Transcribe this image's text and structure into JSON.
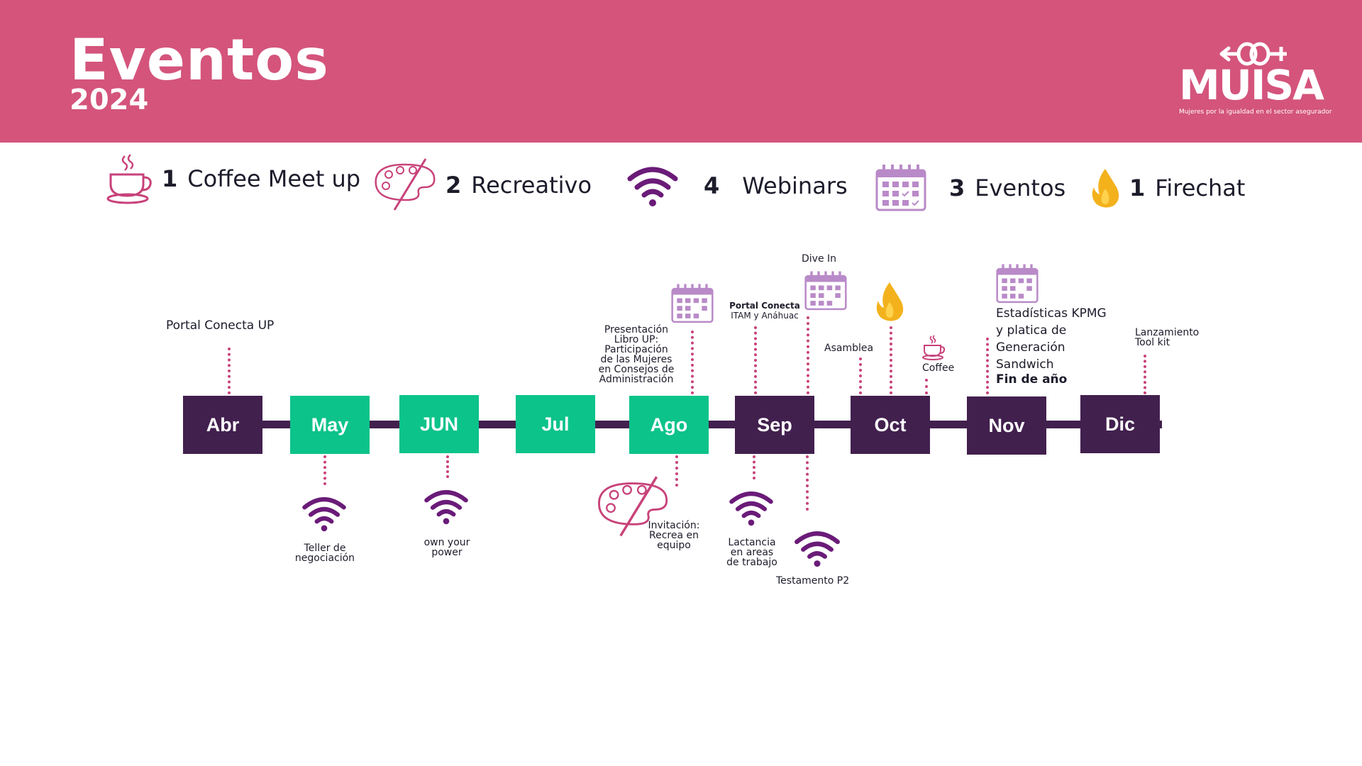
{
  "header": {
    "title": "Eventos",
    "year": "2024"
  },
  "logo": {
    "name": "MUISA",
    "tagline": "Mujeres por la igualdad en el sector asegurador"
  },
  "colors": {
    "header_bg": "#d4547c",
    "dark_month": "#42204e",
    "green_month": "#0cc38a",
    "dotted_line": "#c8427a",
    "icon_purple": "#6a1b78",
    "calendar": "#b98ac8",
    "flame": "#f3b21c"
  },
  "legend": [
    {
      "count": "1",
      "label": "Coffee Meet up",
      "icon": "coffee-cup-icon"
    },
    {
      "count": "2",
      "label": "Recreativo",
      "icon": "paint-palette-icon"
    },
    {
      "count": "4",
      "label": "Webinars",
      "icon": "wifi-icon"
    },
    {
      "count": "3",
      "label": "Eventos",
      "icon": "calendar-icon"
    },
    {
      "count": "1",
      "label": "Firechat",
      "icon": "flame-icon"
    }
  ],
  "months": [
    "Abr",
    "May",
    "JUN",
    "Jul",
    "Ago",
    "Sep",
    "Oct",
    "Nov",
    "Dic"
  ],
  "events": {
    "abr": "Portal Conecta UP",
    "may": [
      "Teller de",
      "negociación"
    ],
    "jun": [
      "own your",
      "power"
    ],
    "ago_top": [
      "Presentación",
      "Libro UP:",
      "Participación",
      "de las Mujeres",
      "en Consejos de",
      "Administración"
    ],
    "ago_bottom": [
      "Invitación:",
      "Recrea en",
      "equipo"
    ],
    "sep_top_title": "Portal Conecta",
    "sep_top_sub": "ITAM y  Anáhuac",
    "sep_dive": "Dive In",
    "sep_bottom": [
      "Lactancia",
      "en areas",
      "de trabajo"
    ],
    "sep_testamento": "Testamento P2",
    "oct_asamblea": "Asamblea",
    "oct_coffee": "Coffee",
    "nov_lines": [
      "Estadísticas KPMG",
      "y platica de",
      "Generación",
      "Sandwich"
    ],
    "nov_bold": "Fin de año",
    "dic": [
      "Lanzamiento",
      "Tool kit"
    ]
  }
}
